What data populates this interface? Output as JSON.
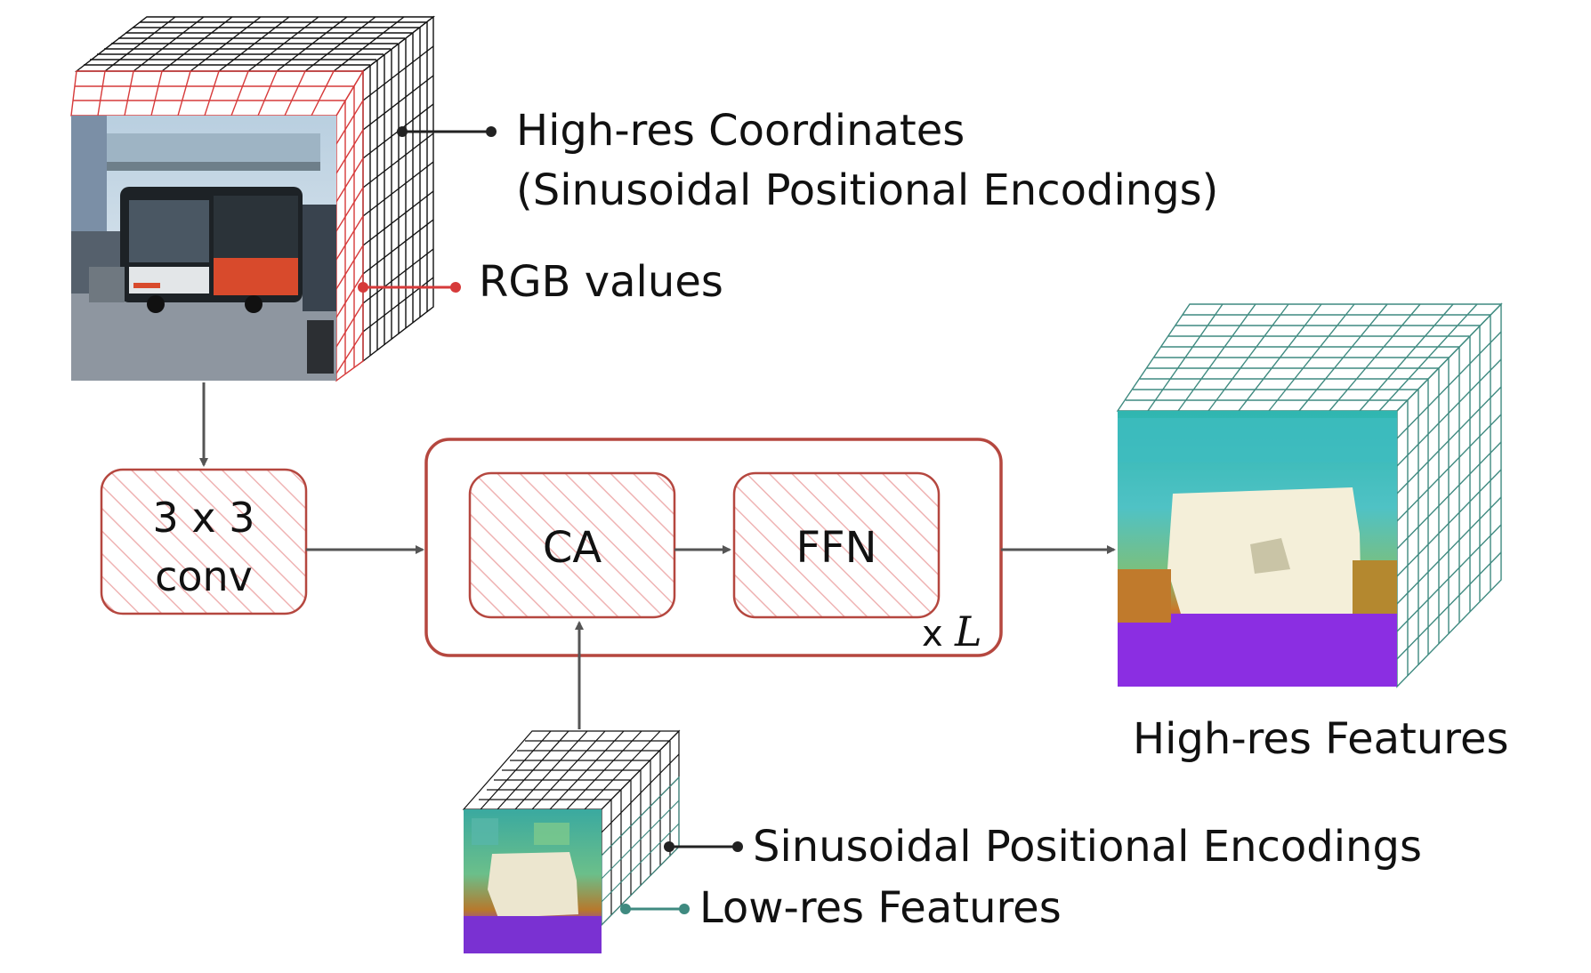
{
  "labels": {
    "highres_coords_line1": "High-res Coordinates",
    "highres_coords_line2": "(Sinusoidal Positional Encodings)",
    "rgb_values": "RGB values",
    "conv_line1": "3 x 3",
    "conv_line2": "conv",
    "ca": "CA",
    "ffn": "FFN",
    "repeat_x": "x",
    "repeat_L": "L",
    "highres_features": "High-res Features",
    "sinusoidal_pe": "Sinusoidal Positional Encodings",
    "lowres_features": "Low-res Features"
  },
  "colors": {
    "arrow": "#555555",
    "red_accent": "#d63a3a",
    "block_border": "#b5473f",
    "hatch": "#efb3b3",
    "teal": "#3f8a80",
    "grid_black": "#111111"
  }
}
